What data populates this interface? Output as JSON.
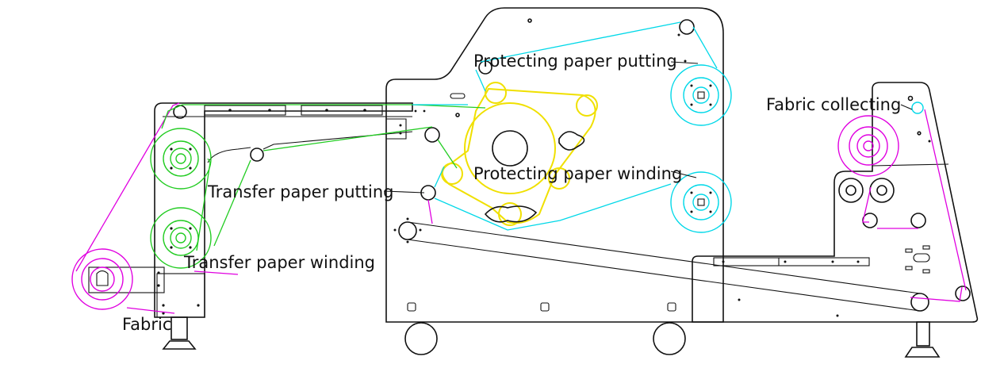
{
  "labels": {
    "protecting_paper_putting": "Protecting paper putting",
    "protecting_paper_winding": "Protecting paper winding",
    "transfer_paper_putting": "Transfer paper putting",
    "transfer_paper_winding": "Transfer paper winding",
    "fabric_collecting": "Fabric collecting",
    "fabric": "Fabric"
  },
  "colors": {
    "frame": "#111111",
    "fabric_path": "#e000e0",
    "transfer_paper_path": "#22cc22",
    "protecting_paper_path": "#00d8e8",
    "heat_drum": "#f0e000",
    "label_text": "#111111"
  }
}
